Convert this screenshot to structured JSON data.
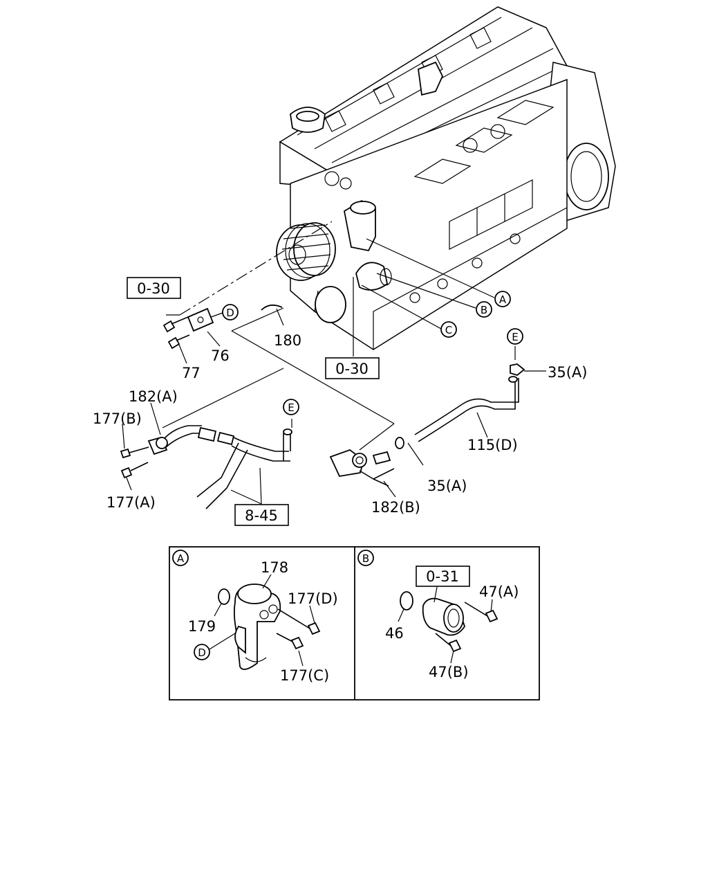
{
  "ref_boxes": {
    "ref_0_30_top": "0-30",
    "ref_0_30_mid": "0-30",
    "ref_8_45": "8-45",
    "ref_0_31": "0-31"
  },
  "callouts": {
    "A": "A",
    "B": "B",
    "C": "C",
    "D": "D",
    "E": "E"
  },
  "part_labels": {
    "p76": "76",
    "p77": "77",
    "p180": "180",
    "p182A": "182(A)",
    "p177B": "177(B)",
    "p177A": "177(A)",
    "p182B": "182(B)",
    "p35A_top": "35(A)",
    "p35A_bottom": "35(A)",
    "p115D": "115(D)"
  },
  "detail_a": {
    "tag": "A",
    "p178": "178",
    "p179": "179",
    "p177D": "177(D)",
    "p177C": "177(C)",
    "callout_d": "D"
  },
  "detail_b": {
    "tag": "B",
    "p46": "46",
    "p47A": "47(A)",
    "p47B": "47(B)"
  }
}
